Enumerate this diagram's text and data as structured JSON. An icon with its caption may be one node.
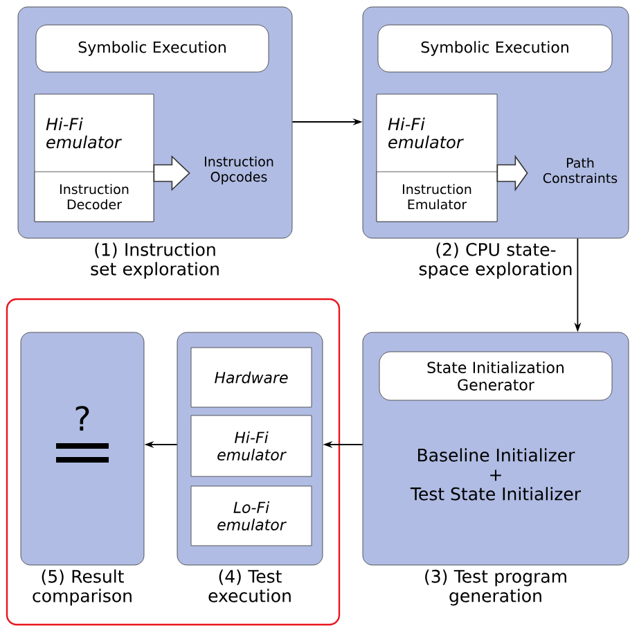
{
  "diagram": {
    "nodes": [
      {
        "text": [
          "(1) Instruction set exploration"
        ]
      },
      {
        "text": [
          "Symbolic Execution"
        ],
        "in": 0
      },
      {
        "text": [
          "Hi-Fi emulator"
        ],
        "in": 0
      },
      {
        "text": [
          "Instruction Decoder"
        ],
        "in": 2
      },
      {
        "text": [
          "Instruction Opcodes"
        ],
        "in": 0
      },
      {
        "text": [
          "(2) CPU state-space exploration"
        ]
      },
      {
        "text": [
          "Symbolic Execution"
        ],
        "in": 5
      },
      {
        "text": [
          "Hi-Fi emulator"
        ],
        "in": 5
      },
      {
        "text": [
          "Instruction Emulator"
        ],
        "in": 7
      },
      {
        "text": [
          "Path Constraints"
        ],
        "in": 5
      },
      {
        "text": [
          "(3) Test program generation"
        ]
      },
      {
        "text": [
          "State Initialization Generator"
        ],
        "in": 10
      },
      {
        "text": [
          "Baseline Initializer",
          "+",
          "Test State Initializer"
        ],
        "in": 10
      },
      {
        "text": [],
        "shape": "box"
      },
      {
        "text": [
          "(4) Test execution"
        ],
        "in": 13
      },
      {
        "text": [
          "Hardware"
        ],
        "in": 14
      },
      {
        "text": [
          "Hi-Fi emulator"
        ],
        "in": 14
      },
      {
        "text": [
          "Lo-Fi emulator"
        ],
        "in": 14
      },
      {
        "text": [
          "?",
          "(5) Result comparison"
        ],
        "in": 13
      }
    ],
    "edges": [
      {
        "from": 2,
        "to": 4,
        "arrow": "to",
        "style": "thick"
      },
      {
        "from": 7,
        "to": 9,
        "arrow": "to",
        "style": "thick"
      },
      {
        "from": 0,
        "to": 5,
        "arrow": "to"
      },
      {
        "from": 5,
        "to": 10,
        "arrow": "to"
      },
      {
        "from": 10,
        "to": 14,
        "arrow": "to"
      },
      {
        "from": 14,
        "to": 18,
        "arrow": "to"
      }
    ]
  }
}
